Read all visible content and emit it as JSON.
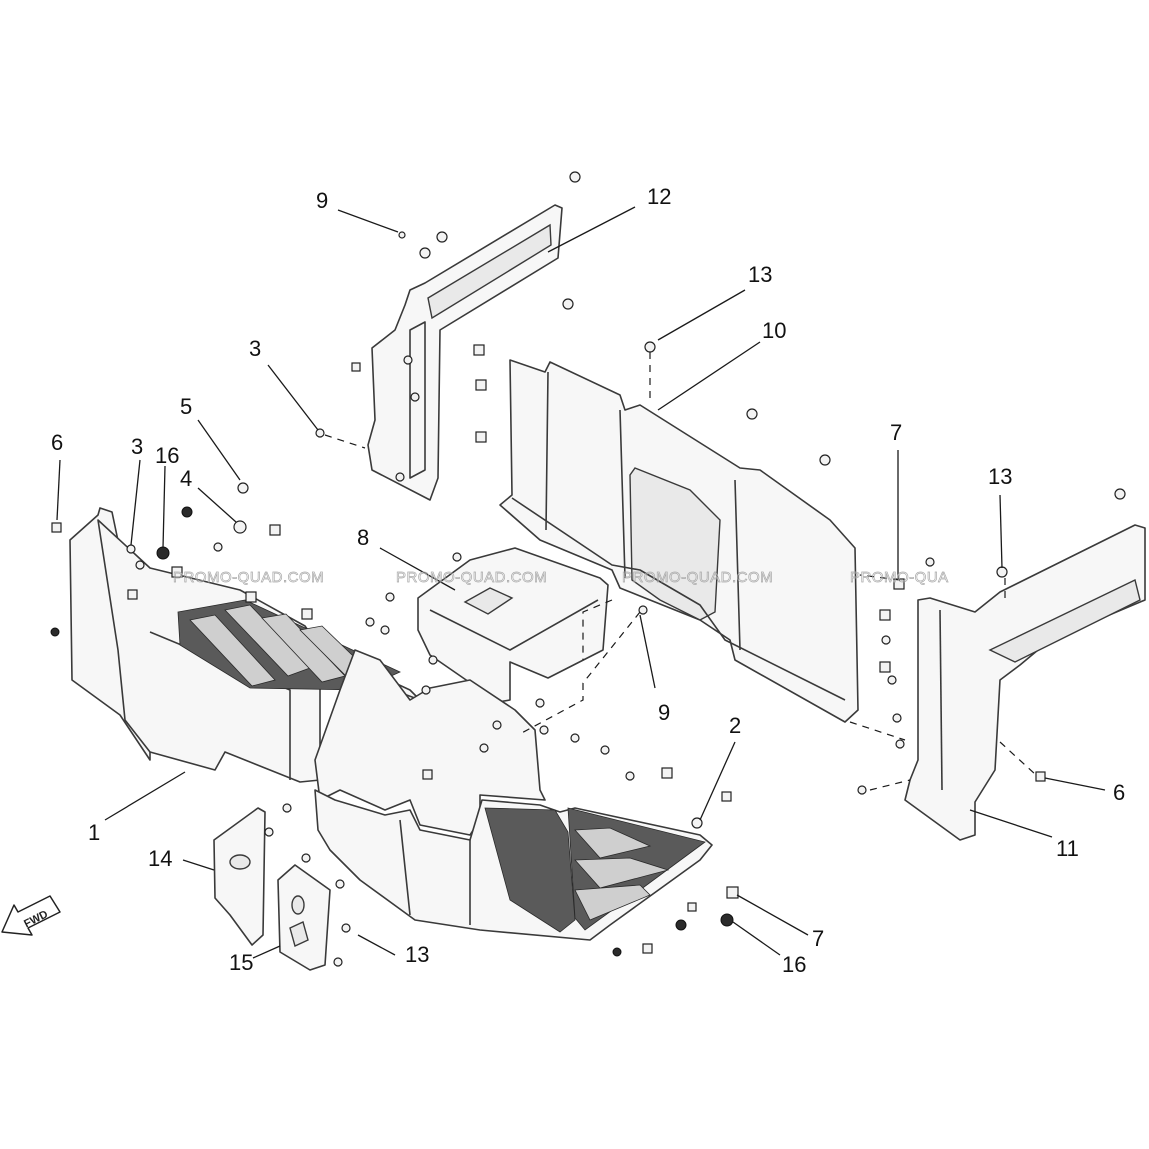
{
  "callouts": {
    "c1": "1",
    "c2": "2",
    "c3a": "3",
    "c3b": "3",
    "c4": "4",
    "c5": "5",
    "c6a": "6",
    "c6b": "6",
    "c7a": "7",
    "c7b": "7",
    "c8": "8",
    "c9a": "9",
    "c9b": "9",
    "c10": "10",
    "c11": "11",
    "c12": "12",
    "c13a": "13",
    "c13b": "13",
    "c13c": "13",
    "c14": "14",
    "c15": "15",
    "c16a": "16",
    "c16b": "16"
  },
  "watermark": {
    "w1": "PROMO-QUAD.COM",
    "w2": "PROMO-QUAD.COM",
    "w3": "PROMO-QUAD.COM",
    "w4": "PROMO-QUA"
  },
  "direction_arrow": {
    "label": "FWD",
    "icon": "fwd-arrow-icon"
  }
}
